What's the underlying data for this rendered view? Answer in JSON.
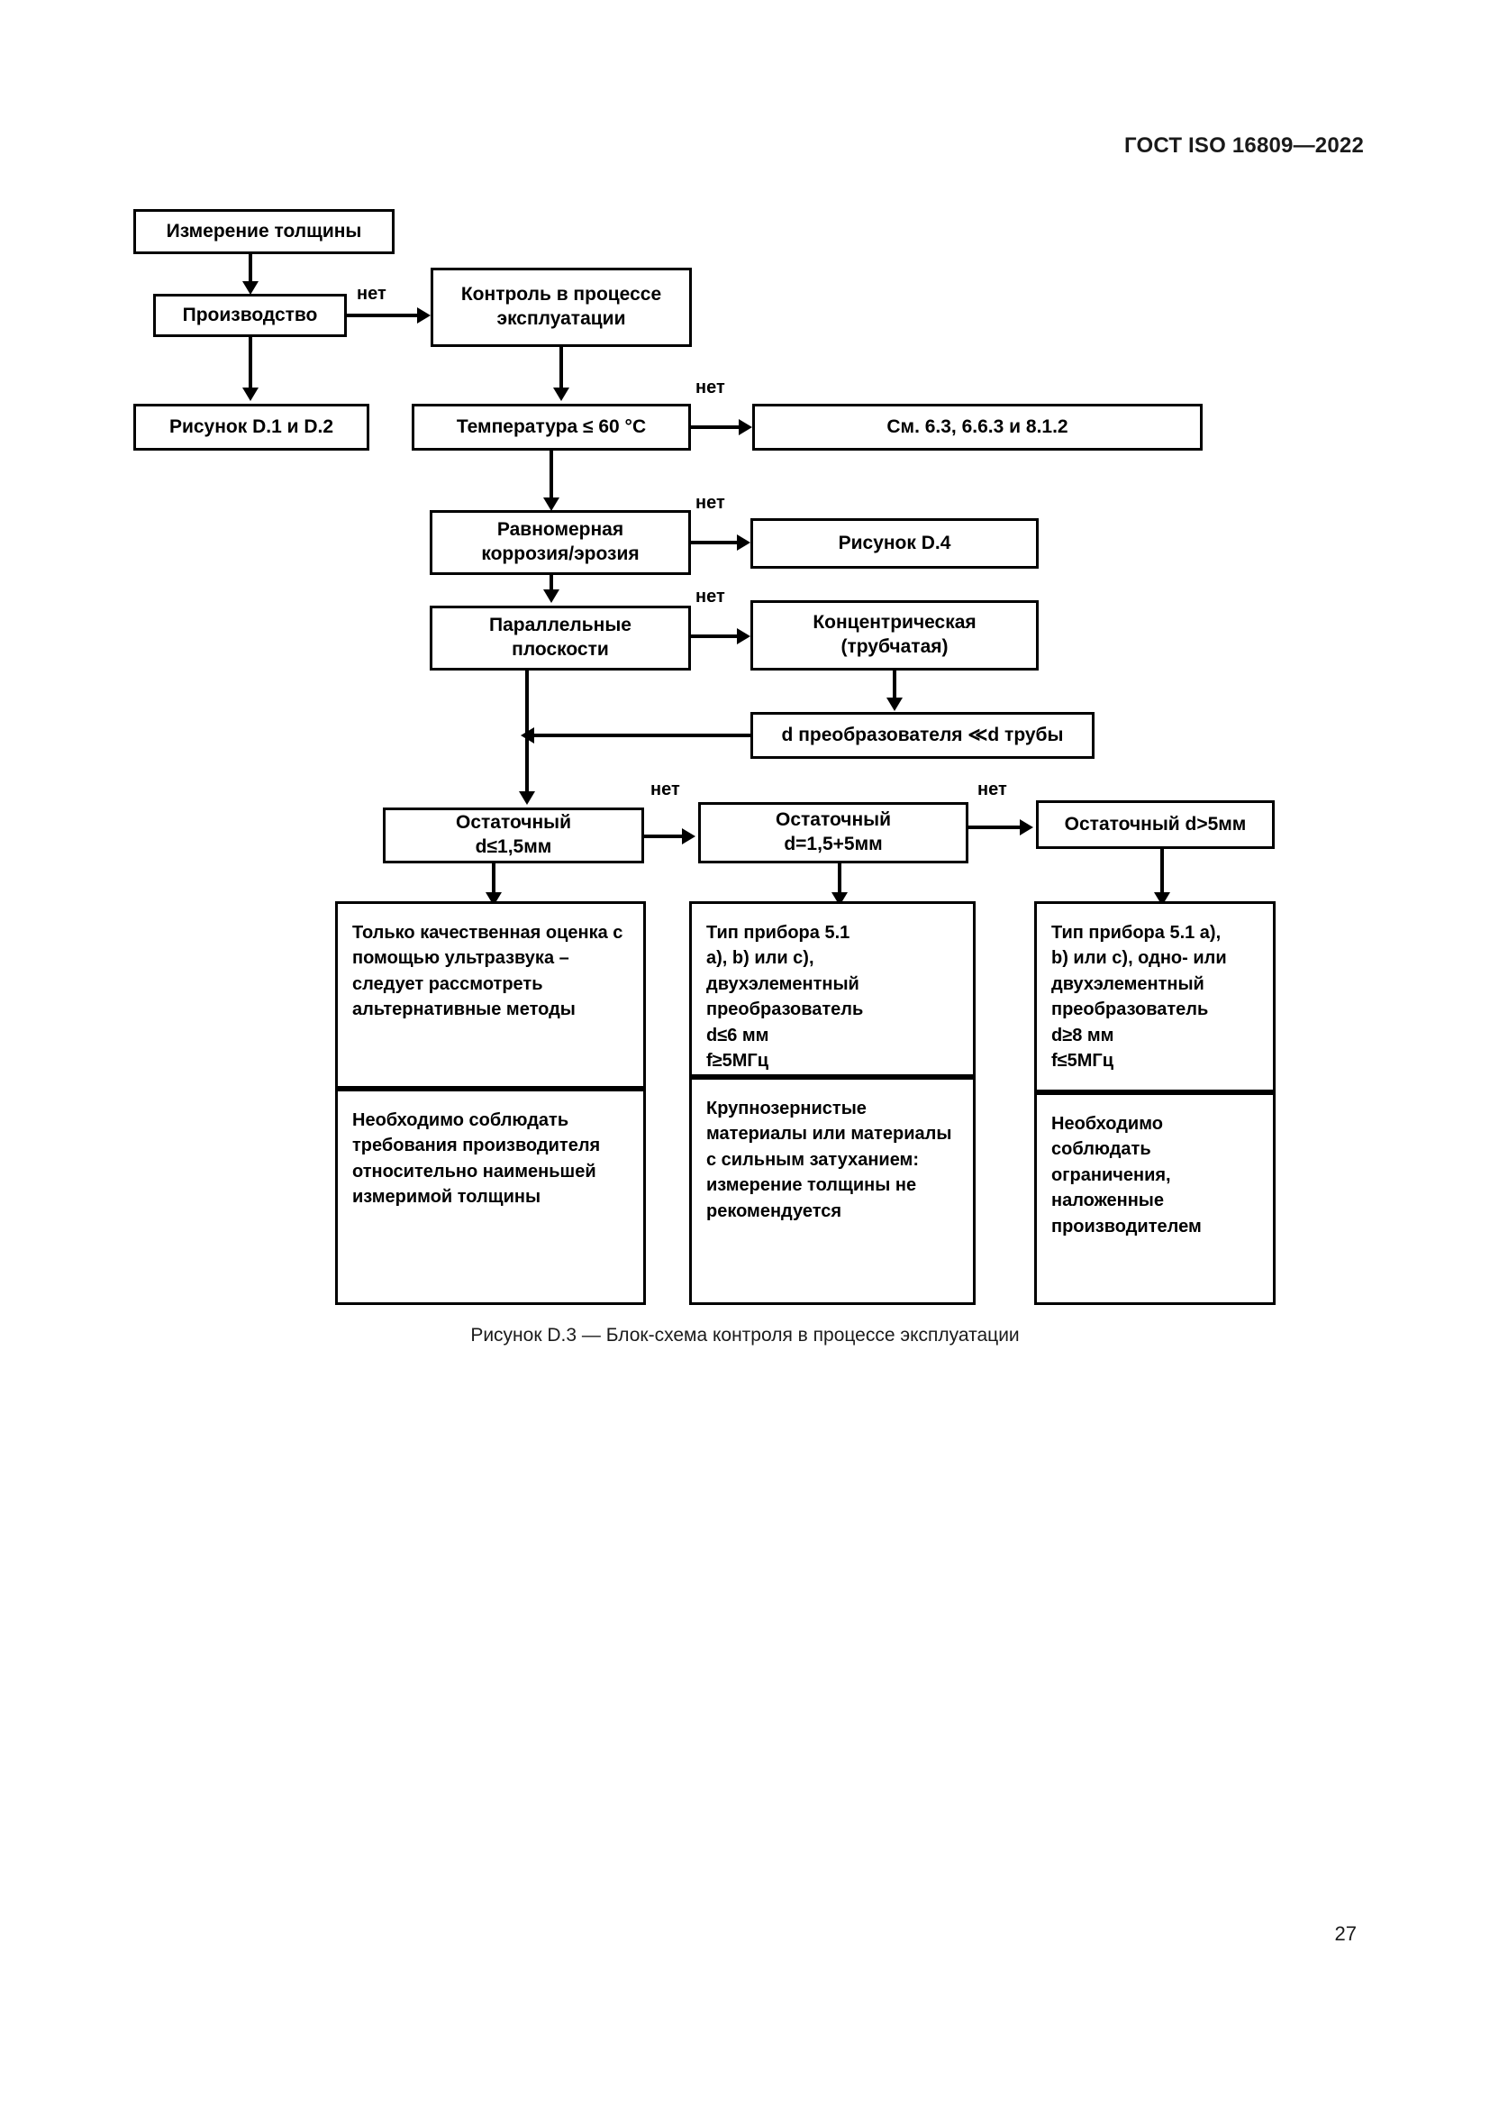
{
  "document": {
    "header": "ГОСТ ISO 16809—2022",
    "page_number": "27",
    "figure_caption": "Рисунок D.3 — Блок-схема контроля в процессе эксплуатации"
  },
  "flowchart": {
    "title": "Блок-схема контроля в процессе эксплуатации",
    "edge_labels": {
      "no_1": "нет",
      "no_2": "нет",
      "no_3": "нет",
      "no_4": "нет",
      "no_5": "нет",
      "no_6": "нет"
    },
    "nodes": {
      "thickness_measurement": "Измерение толщины",
      "production": "Производство",
      "in_service_inspection": "Контроль в процессе\nэксплуатации",
      "figure_d1_d2": "Рисунок D.1 и D.2",
      "temperature": "Температура ≤ 60 °C",
      "see_clauses": "См. 6.3, 6.6.3 и 8.1.2",
      "uniform_corrosion": "Равномерная\nкоррозия/эрозия",
      "figure_d4": "Рисунок D.4",
      "parallel_planes": "Параллельные\nплоскости",
      "concentric": "Концентрическая\n(трубчатая)",
      "probe_diameter": "d преобразователя ≪d трубы",
      "residual_le_15": "Остаточный\nd≤1,5мм",
      "residual_15_5": "Остаточный\nd=1,5+5мм",
      "residual_gt_5": "Остаточный d>5мм",
      "result_qualitative": "Только  качественная оценка  с  помощью ультразвука – следует рассмотреть альтернативные методы",
      "result_manufacturer_min": "Необходимо соблюдать требования производителя относительно наименьшей измеримой толщины",
      "result_instrument_type_a": "Тип прибора 5.1\na), b)  или c),\nдвухэлементный\nпреобразователь\nd≤6 мм\nf≥5МГц",
      "result_coarse_grain": "Крупнозернистые материалы или материалы с сильным затуханием: измерение толщины не рекомендуется",
      "result_instrument_type_b": "Тип прибора 5.1 a),\nb) или c), одно- или\nдвухэлементный\nпреобразователь\nd≥8 мм\nf≤5МГц",
      "result_manufacturer_limits": "Необходимо соблюдать ограничения, наложенные производителем"
    }
  }
}
